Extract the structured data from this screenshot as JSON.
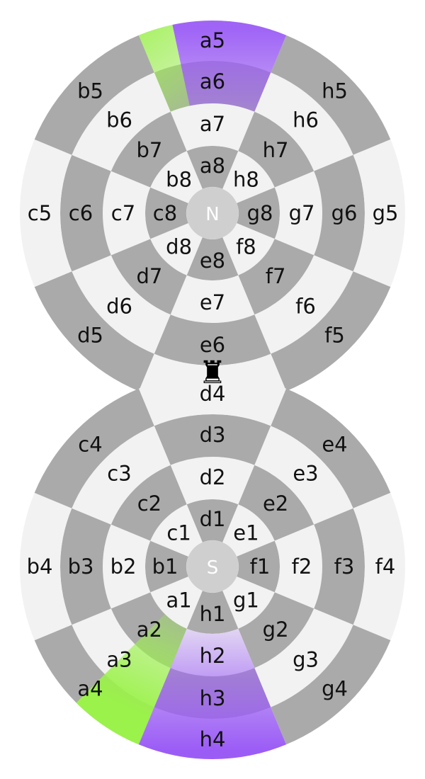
{
  "colors": {
    "light_square": "#f2f2f2",
    "dark_square": "#aaaaaa",
    "hub": "#cfcfcf",
    "red_highlight": "#ff3b3b",
    "cyan_highlight": "#27f3f3",
    "green_highlight": "#9bf24a",
    "purple_highlight": "#9b5cf6",
    "rook_piece": "#000000"
  },
  "boards": [
    {
      "id": "north",
      "hub_label": "N",
      "sectors": [
        "a",
        "h",
        "g",
        "f",
        "e",
        "d",
        "c",
        "b"
      ],
      "ranks": [
        "8",
        "7",
        "6",
        "5"
      ]
    },
    {
      "id": "south",
      "hub_label": "S",
      "sectors": [
        "d",
        "e",
        "f",
        "g",
        "h",
        "a",
        "b",
        "c"
      ],
      "ranks": [
        "1",
        "2",
        "3",
        "4"
      ]
    }
  ],
  "piece": {
    "name": "rook-icon",
    "symbol": "♜"
  }
}
